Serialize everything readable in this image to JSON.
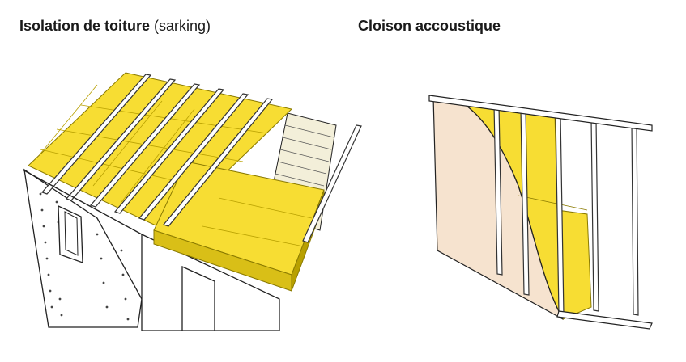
{
  "panels": [
    {
      "title": "Isolation de toiture",
      "title_suffix": "(sarking)",
      "illustration": "roof-sarking-insulation"
    },
    {
      "title": "Cloison accoustique",
      "title_suffix": "",
      "illustration": "acoustic-partition-wall"
    }
  ],
  "colors": {
    "insulation": "#f7dd33",
    "insulation_shade": "#d9bf17",
    "insulation_dark": "#b8a000",
    "plasterboard": "#f6e3cf",
    "timber": "#f3efd9",
    "outline": "#222222"
  }
}
